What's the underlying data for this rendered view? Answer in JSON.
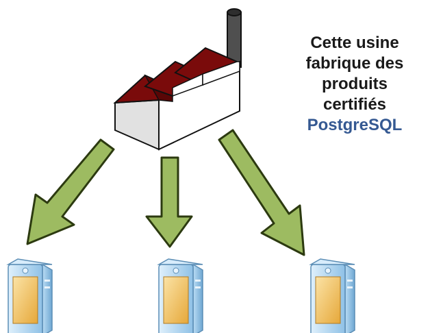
{
  "caption": {
    "line1": "Cette usine",
    "line2": "fabrique des",
    "line3": "produits",
    "line4": "certifiés",
    "brand": "PostgreSQL"
  },
  "colors": {
    "roof": "#7a0b0b",
    "wall": "#ffffff",
    "wall_shade": "#e2e2e2",
    "outline": "#111111",
    "chimney": "#4a4a4a",
    "arrow_fill": "#9dbb61",
    "arrow_stroke": "#2c3a10",
    "box_frame": "#a9d2f0",
    "box_panel": "#f2c15a",
    "box_panel_light": "#fbe3a6",
    "brand_text": "#355992"
  },
  "icons": {
    "factory": "factory-icon",
    "arrow": "arrow-down-icon",
    "product": "product-box-icon"
  },
  "products": [
    {
      "id": "product-1"
    },
    {
      "id": "product-2"
    },
    {
      "id": "product-3"
    }
  ]
}
